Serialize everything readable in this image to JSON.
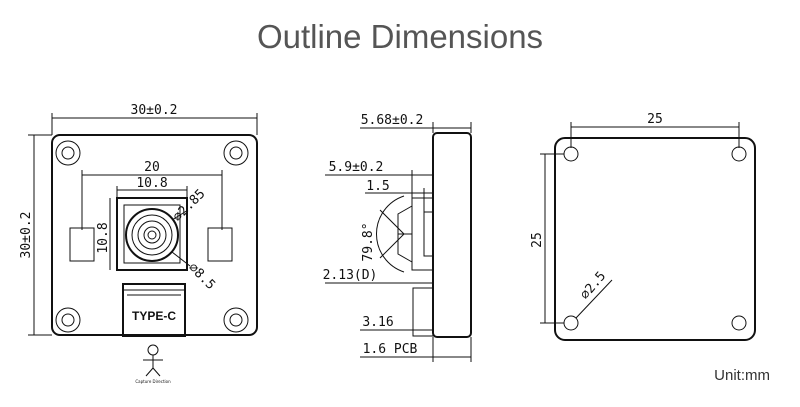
{
  "title": "Outline Dimensions",
  "unit": "Unit:mm",
  "front_view": {
    "width": "30±0.2",
    "height": "30±0.2",
    "inner_width": "20",
    "lens_width": "10.8",
    "lens_height": "10.8",
    "hole_dia": "∅2.85",
    "lens_dia": "∅8.5",
    "connector": "TYPE-C",
    "logo_caption": "Capture Direction"
  },
  "side_view": {
    "thickness": "5.68±0.2",
    "lens_height": "5.9±0.2",
    "gap": "1.5",
    "fov": "79.8°",
    "lens_depth": "2.13(D)",
    "conn_height": "3.16",
    "pcb": "1.6 PCB"
  },
  "back_view": {
    "width": "25",
    "height": "25",
    "hole_dia": "∅2.5"
  }
}
